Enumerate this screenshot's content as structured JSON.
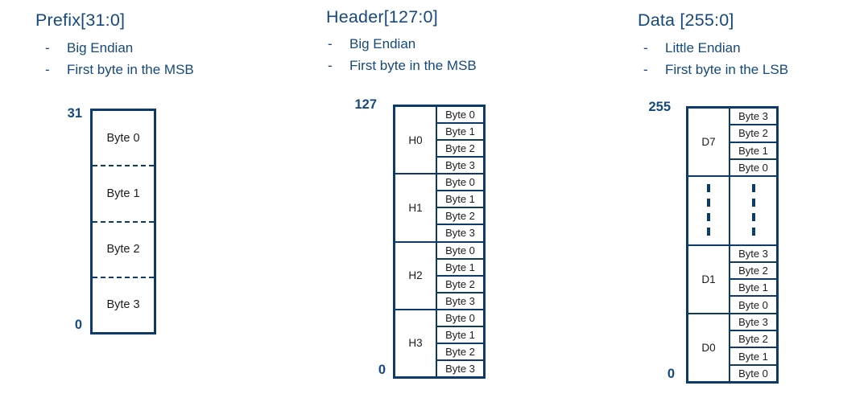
{
  "bullet_char": "-",
  "colors": {
    "accent_text": "#15497E",
    "line": "#0C3A69",
    "cell_text": "#1C1C1E",
    "background": "#FFFFFF"
  },
  "panels": [
    {
      "id": "prefix",
      "title": "Prefix[31:0]",
      "bullets": [
        "Big Endian",
        "First byte in the MSB"
      ],
      "top_label": "31",
      "bottom_label": "0",
      "bytes": [
        "Byte 0",
        "Byte 1",
        "Byte 2",
        "Byte 3"
      ]
    },
    {
      "id": "header",
      "title": "Header[127:0]",
      "bullets": [
        "Big Endian",
        "First byte in the MSB"
      ],
      "top_label": "127",
      "bottom_label": "0",
      "groups": [
        {
          "label": "H0",
          "bytes": [
            "Byte 0",
            "Byte 1",
            "Byte 2",
            "Byte 3"
          ]
        },
        {
          "label": "H1",
          "bytes": [
            "Byte 0",
            "Byte 1",
            "Byte 2",
            "Byte 3"
          ]
        },
        {
          "label": "H2",
          "bytes": [
            "Byte 0",
            "Byte 1",
            "Byte 2",
            "Byte 3"
          ]
        },
        {
          "label": "H3",
          "bytes": [
            "Byte 0",
            "Byte 1",
            "Byte 2",
            "Byte 3"
          ]
        }
      ]
    },
    {
      "id": "data",
      "title": "Data [255:0]",
      "bullets": [
        "Little Endian",
        "First byte in the LSB"
      ],
      "top_label": "255",
      "bottom_label": "0",
      "groups": [
        {
          "label": "D7",
          "bytes": [
            "Byte 3",
            "Byte 2",
            "Byte 1",
            "Byte 0"
          ]
        },
        {
          "label": "",
          "ellipsis": true,
          "bytes": []
        },
        {
          "label": "D1",
          "bytes": [
            "Byte 3",
            "Byte 2",
            "Byte 1",
            "Byte 0"
          ]
        },
        {
          "label": "D0",
          "bytes": [
            "Byte 3",
            "Byte 2",
            "Byte 1",
            "Byte 0"
          ]
        }
      ]
    }
  ]
}
